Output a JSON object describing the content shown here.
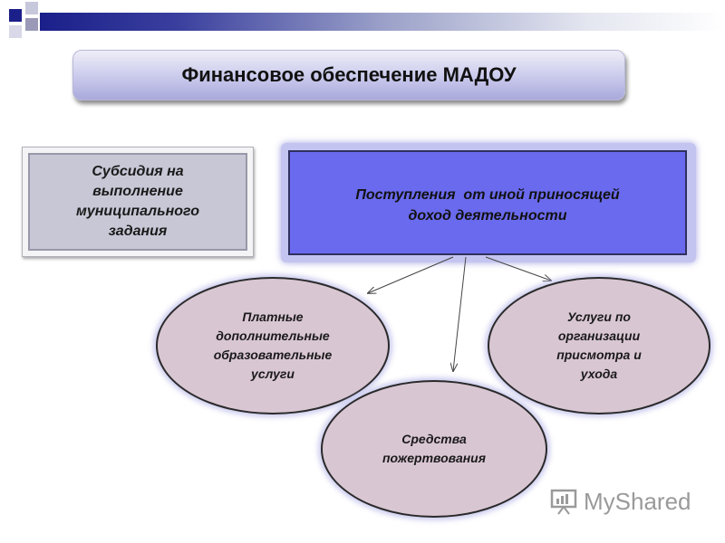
{
  "title": "Финансовое обеспечение МАДОУ",
  "left_box": {
    "lines": [
      "Субсидия на",
      "выполнение",
      "муниципального",
      "задания"
    ]
  },
  "right_box": {
    "lines": [
      "Поступления  от иной приносящей",
      "доход деятельности"
    ]
  },
  "ellipses": [
    {
      "lines": [
        "Платные",
        "дополнительные",
        "образовательные",
        "услуги"
      ]
    },
    {
      "lines": [
        "Услуги по",
        "организации",
        "присмотра и",
        "ухода"
      ]
    },
    {
      "lines": [
        "Средства",
        "пожертвования"
      ]
    }
  ],
  "watermark": {
    "text": "MyShared",
    "icon": "presentation-chart-icon"
  },
  "colors": {
    "title_gradient_mid": "#c9c9ec",
    "left_box": "#c8c7d6",
    "right_box": "#6a6aee",
    "ellipse_fill": "#d9c6d3",
    "top_bar": "#1a1f8a"
  }
}
